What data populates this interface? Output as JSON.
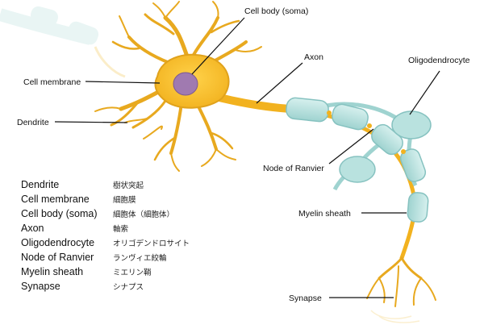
{
  "diagram": {
    "labels": {
      "cell_body": "Cell body (soma)",
      "axon": "Axon",
      "oligodendrocyte": "Oligodendrocyte",
      "cell_membrane": "Cell membrane",
      "dendrite": "Dendrite",
      "node_of_ranvier": "Node of Ranvier",
      "myelin_sheath": "Myelin sheath",
      "synapse": "Synapse"
    },
    "colors": {
      "neuron": "#f5c030",
      "neuron_stroke": "#e0a21c",
      "nucleus": "#a07ab0",
      "myelin": "#b9e2df",
      "myelin_stroke": "#86c2c0"
    }
  },
  "glossary": [
    {
      "en": "Dendrite",
      "ja": "樹状突起"
    },
    {
      "en": "Cell membrane",
      "ja": "細胞膜"
    },
    {
      "en": "Cell body (soma)",
      "ja": "細胞体（細胞体）"
    },
    {
      "en": "Axon",
      "ja": "軸索"
    },
    {
      "en": "Oligodendrocyte",
      "ja": "オリゴデンドロサイト"
    },
    {
      "en": "Node of Ranvier",
      "ja": "ランヴィエ絞輪"
    },
    {
      "en": "Myelin sheath",
      "ja": "ミエリン鞘"
    },
    {
      "en": "Synapse",
      "ja": "シナプス"
    }
  ]
}
